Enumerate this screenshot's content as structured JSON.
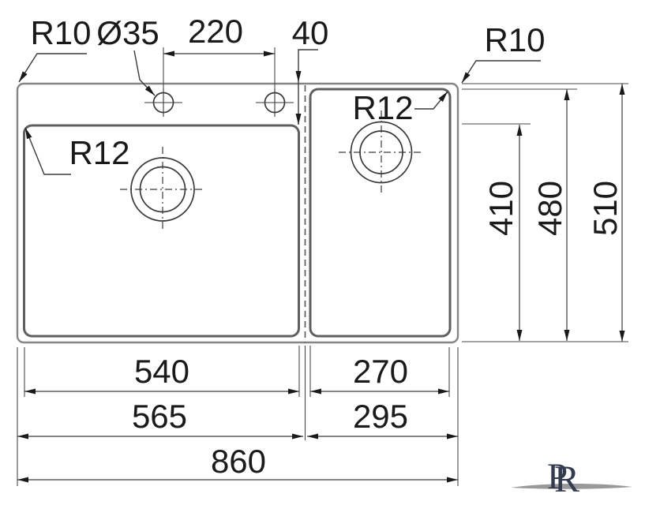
{
  "drawing": {
    "top_labels": {
      "corner_radius_left": "R10",
      "tap_hole_diameter": "Ø35",
      "tap_hole_spacing": "220",
      "tap_hole_to_divider": "40",
      "corner_radius_right": "R10"
    },
    "bowl_labels": {
      "left_bowl_corner_radius": "R12",
      "right_bowl_corner_radius": "R12"
    },
    "side_dimensions": {
      "left_bowl_length": "410",
      "right_bowl_length": "480",
      "overall_depth": "510"
    },
    "bottom_dimensions": {
      "left_bowl_width": "540",
      "right_bowl_width": "270",
      "left_edge_to_divider": "565",
      "divider_to_right_edge": "295",
      "overall_width": "860"
    },
    "logo": {
      "letter_p": "P",
      "letter_r": "R"
    },
    "colors": {
      "background": "#ffffff",
      "dimension_lines": "#3a3a3a",
      "text": "#1a1a1a",
      "rim_outline": "#858585",
      "bowl_outline": "#5f5f5f",
      "logo": "#333b4f",
      "swoosh": "#999999"
    }
  }
}
